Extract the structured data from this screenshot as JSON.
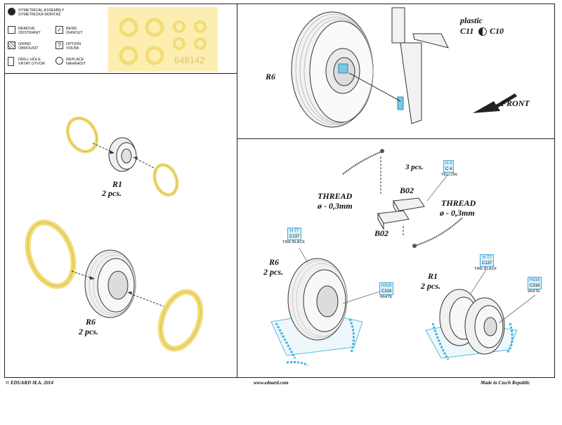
{
  "legend": {
    "items": [
      {
        "icon": "symmetrical-icon",
        "line1": "SYMETRICAL ASSEMBLY",
        "line2": "SYMETRICKÁ MONTÁŽ"
      },
      {
        "icon": "remove-icon",
        "line1": "REMOVE",
        "line2": "ODSTRANIT"
      },
      {
        "icon": "bend-icon",
        "line1": "BEND",
        "line2": "OHNOUT"
      },
      {
        "icon": "grind-icon",
        "line1": "GRIND",
        "line2": "OBROUSIT"
      },
      {
        "icon": "option-icon",
        "line1": "OPTION",
        "line2": "VOLBA"
      },
      {
        "icon": "drill-hole-icon",
        "line1": "DRILL HOLE",
        "line2": "VRTAT OTVOR"
      },
      {
        "icon": "replace-icon",
        "line1": "REPLACE",
        "line2": "NAHRADIT"
      }
    ]
  },
  "mask_sheet": {
    "part_number": "648142"
  },
  "top_right": {
    "part_label": "R6",
    "plastic_label": "plastic",
    "plastic_part_left": "C11",
    "plastic_part_right": "C10",
    "front_label": "FRONT"
  },
  "left_panel": {
    "r1_label": "R1",
    "r1_qty": "2 pcs.",
    "r6_label": "R6",
    "r6_qty": "2 pcs."
  },
  "bottom_right": {
    "qty_b02": "3 pcs.",
    "b02_top": "B02",
    "b02_bottom": "B02",
    "thread_left_title": "THREAD",
    "thread_left_dim": "ø - 0,3mm",
    "thread_right_title": "THREAD",
    "thread_right_dim": "ø - 0,3mm",
    "paint_yellow": {
      "code1": "H 4",
      "code2": "C 4",
      "name": "YELLOW"
    },
    "r6_label": "R6",
    "r6_qty": "2 pcs.",
    "r6_tire": {
      "code1": "H 77",
      "code2": "C137",
      "name": "TIRE BLACK"
    },
    "r6_white": {
      "code1": "H316",
      "code2": "C316",
      "name": "WHITE"
    },
    "r1_label": "R1",
    "r1_qty": "2 pcs.",
    "r1_tire": {
      "code1": "H 77",
      "code2": "C137",
      "name": "TIRE BLACK"
    },
    "r1_white": {
      "code1": "H316",
      "code2": "C316",
      "name": "WHITE"
    }
  },
  "footer": {
    "left": "© EDUARD  M.A. 2014",
    "center": "www.eduard.com",
    "right": "Made in Czech Republic"
  },
  "colors": {
    "mask": "#fbeeb0",
    "mask_ring": "#f3dc74",
    "paint_box": "#d7f0fb",
    "paint_text": "#1a74b8",
    "rope": "#3bb2dc"
  }
}
